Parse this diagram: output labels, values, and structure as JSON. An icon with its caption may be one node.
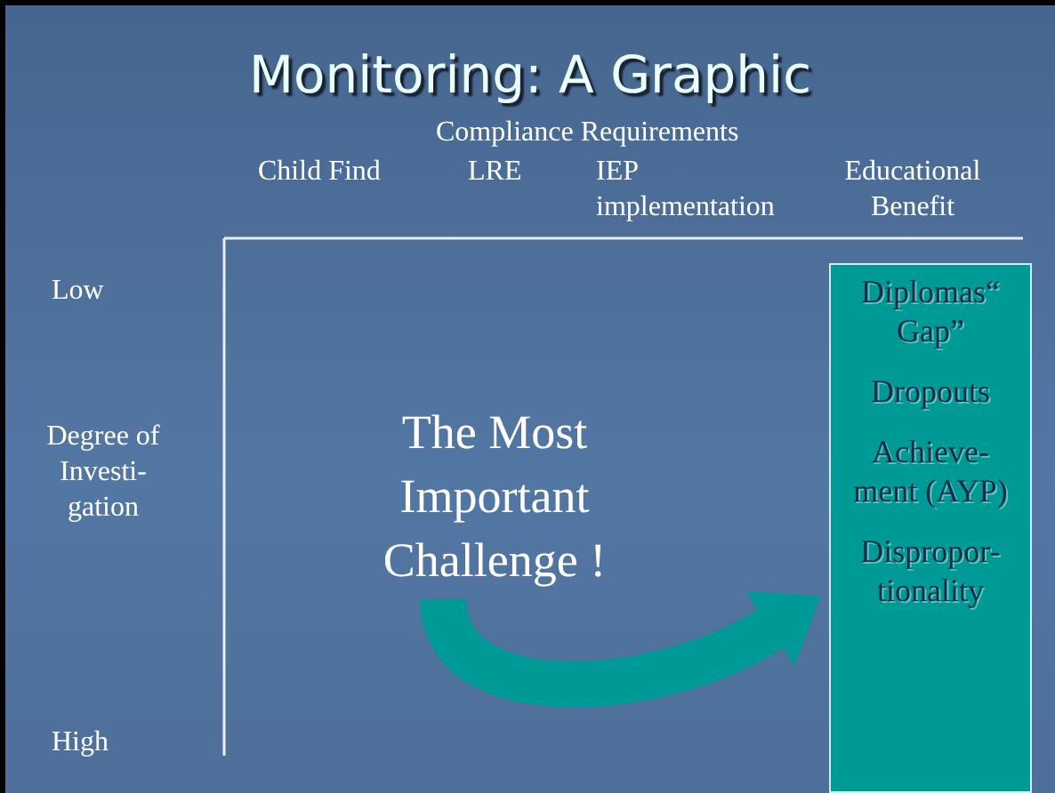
{
  "diagram": {
    "title": "Monitoring: A Graphic",
    "nodes": [
      {
        "text": [
          "The Most Important Challenge !"
        ]
      },
      {
        "text": [
          "Diplomas“ Gap”",
          "Dropouts",
          "Achieve- ment (AYP)",
          "Dispropor- tionality"
        ]
      }
    ],
    "edges": [
      {
        "from": 0,
        "to": 1,
        "arrow": "to"
      }
    ],
    "labels": [
      "Compliance Requirements",
      "Child Find",
      "LRE",
      "IEP implementation",
      "Educational Benefit",
      "Low",
      "Degree of Investi- gation",
      "High"
    ]
  }
}
